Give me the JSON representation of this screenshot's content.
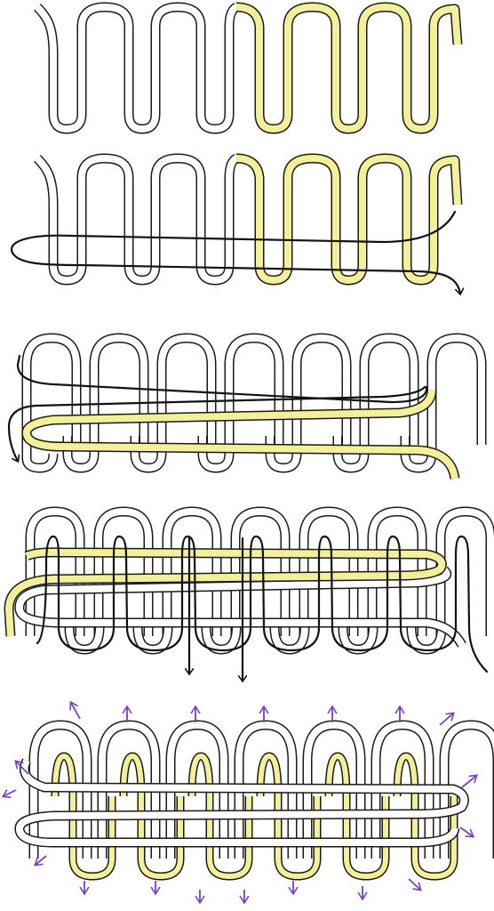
{
  "figure": {
    "steps": [
      {
        "id": 1
      },
      {
        "id": 2
      },
      {
        "id": 3
      },
      {
        "id": 4
      },
      {
        "id": 5
      }
    ],
    "colors": {
      "background": "#ffffff",
      "cord_outline": "#1a1a1a",
      "cord_fill_white": "#ffffff",
      "cord_fill_yellow": "#f4f09a",
      "working_line": "#111111",
      "tension_arrow": "#7a3fc9"
    },
    "icons": [
      "arrowhead-icon",
      "tension-arrow-icon"
    ]
  }
}
